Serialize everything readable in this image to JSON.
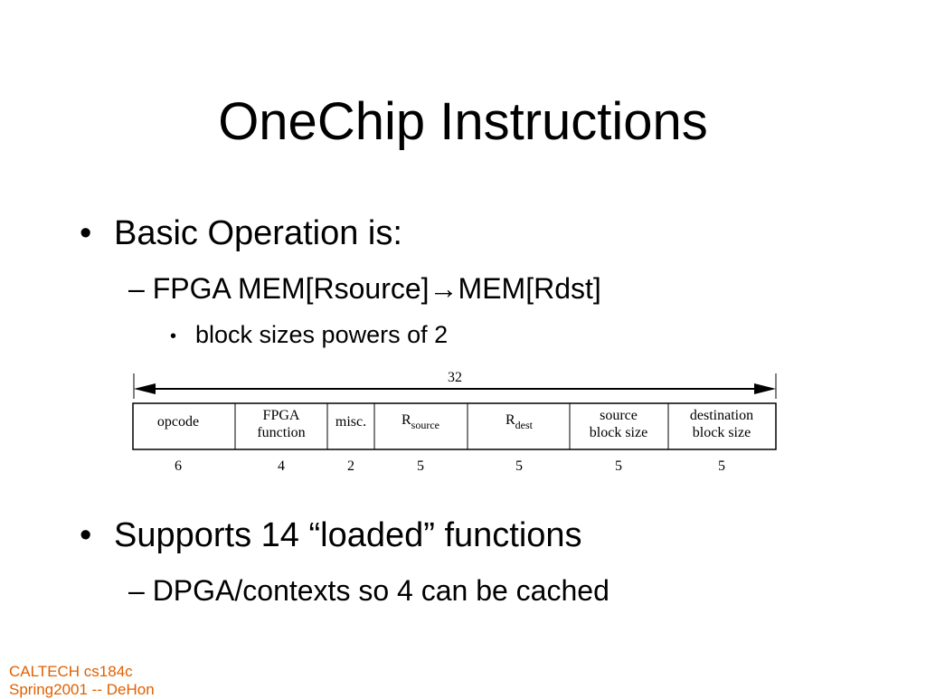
{
  "slide": {
    "title": "OneChip Instructions",
    "bullet1": {
      "marker": "•",
      "text": "Basic Operation is:"
    },
    "sub1": {
      "dash": "–",
      "prefix": "FPGA MEM[Rsource]",
      "arrow": "→",
      "suffix": "MEM[Rdst]"
    },
    "subsub1": {
      "marker": "•",
      "text": "block sizes powers of 2"
    },
    "bullet2": {
      "marker": "•",
      "text": "Supports 14 “loaded” functions"
    },
    "sub2": {
      "dash": "–",
      "text": "DPGA/contexts so 4 can be cached"
    }
  },
  "diagram": {
    "total_width": "32",
    "fields": [
      {
        "name": "opcode",
        "bits": "6"
      },
      {
        "line1": "FPGA",
        "line2": "function",
        "bits": "4"
      },
      {
        "name": "misc.",
        "bits": "2"
      },
      {
        "base": "R",
        "sub": "source",
        "bits": "5"
      },
      {
        "base": "R",
        "sub": "dest",
        "bits": "5"
      },
      {
        "line1": "source",
        "line2": "block size",
        "bits": "5"
      },
      {
        "line1": "destination",
        "line2": "block size",
        "bits": "5"
      }
    ]
  },
  "footer": {
    "line1": "CALTECH cs184c",
    "line2": "Spring2001 -- DeHon"
  },
  "colors": {
    "footer": "#e06000"
  }
}
